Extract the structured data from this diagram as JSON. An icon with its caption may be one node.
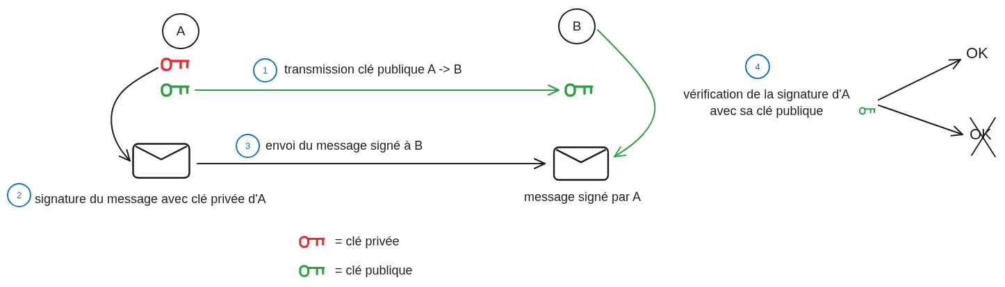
{
  "diagram": {
    "nodes": [
      {
        "text": [
          "A"
        ]
      },
      {
        "text": [],
        "shape": "key"
      },
      {
        "text": [],
        "shape": "key"
      },
      {
        "text": [
          "1"
        ]
      },
      {
        "text": [],
        "shape": "key"
      },
      {
        "text": [
          "B"
        ]
      },
      {
        "text": [
          "4"
        ]
      },
      {
        "text": [
          "vérification de la signature d'A avec sa clé publique"
        ]
      },
      {
        "text": [
          "OK"
        ]
      },
      {
        "text": [
          "OK"
        ]
      },
      {
        "text": [],
        "shape": "envelope"
      },
      {
        "text": [
          "3"
        ]
      },
      {
        "text": [],
        "shape": "envelope",
        "beside": [
          "message signé par A"
        ]
      },
      {
        "text": [
          "2"
        ]
      }
    ],
    "edges": [
      {
        "from": 2,
        "to": 4,
        "arrow": "to",
        "label": "transmission clé publique A -> B",
        "color": "#2f9e44"
      },
      {
        "from": 1,
        "to": 10,
        "arrow": "to"
      },
      {
        "from": 10,
        "to": 12,
        "arrow": "to",
        "label": "envoi du message signé à B"
      },
      {
        "from": 5,
        "to": 12,
        "arrow": "to",
        "color": "#2f9e44"
      },
      {
        "from": 7,
        "to": 8,
        "arrow": "to"
      },
      {
        "from": 7,
        "to": 9,
        "arrow": "to"
      }
    ],
    "labels": [
      "signature du message avec clé privée d'A"
    ],
    "legend": [
      {
        "text": "= clé privée",
        "color": "#e03131"
      },
      {
        "text": "= clé publique",
        "color": "#2f9e44"
      }
    ]
  }
}
